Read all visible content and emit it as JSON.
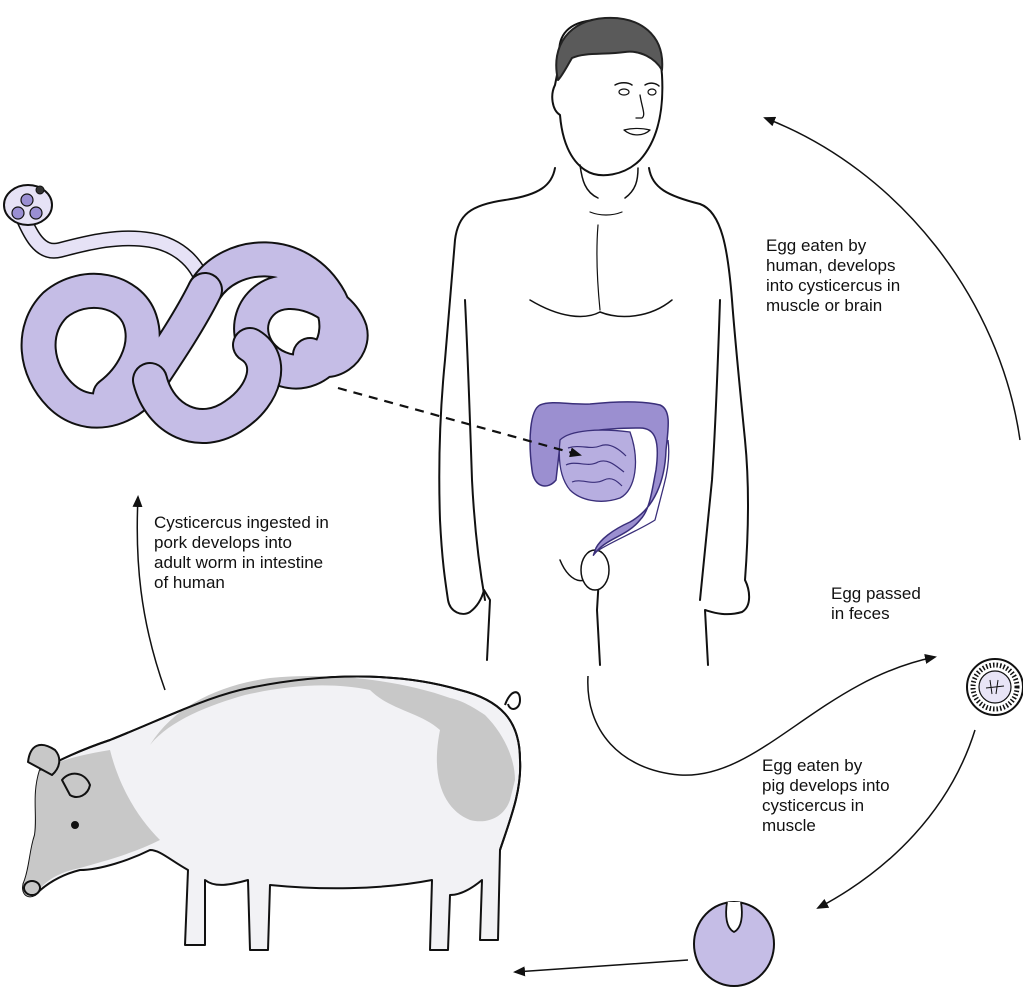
{
  "colors": {
    "worm_fill": "#c5bde6",
    "worm_dark": "#9a8fd3",
    "intestine": "#9b8fd0",
    "pig_body": "#f2f2f5",
    "pig_patch": "#c8c8c8",
    "outline": "#111111"
  },
  "icons": [
    "human-figure",
    "tapeworm",
    "intestine",
    "pig",
    "egg",
    "cysticercus"
  ],
  "labels": {
    "egg_eaten_human": [
      "Egg eaten by",
      "human, develops",
      "into cysticercus in",
      "muscle or brain"
    ],
    "cysticercus_ingested": [
      "Cysticercus ingested in",
      "pork develops into",
      "adult worm in intestine",
      "of human"
    ],
    "egg_passed": [
      "Egg passed",
      "in feces"
    ],
    "egg_eaten_pig": [
      "Egg eaten by",
      "pig develops into",
      "cysticercus in",
      "muscle"
    ]
  }
}
